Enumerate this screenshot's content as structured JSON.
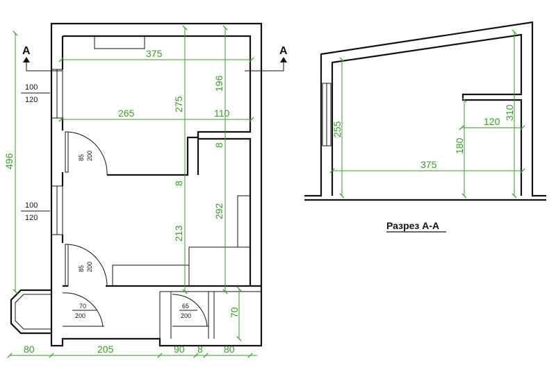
{
  "plan": {
    "section_marker": "A",
    "dimensions": {
      "top_width": "375",
      "room_width": "265",
      "step_width": "110",
      "upper_depth": "196",
      "upper_full": "275",
      "wall_8a": "8",
      "wall_8b": "8",
      "lower_depth": "292",
      "lower_left": "213",
      "total_height": "496",
      "bath_depth": "70",
      "bottom_80_left": "80",
      "bottom_205": "205",
      "bottom_90": "90",
      "bottom_8": "8",
      "bottom_80_right": "80"
    },
    "windows": [
      {
        "top": "100",
        "bottom": "120"
      },
      {
        "top": "100",
        "bottom": "120"
      }
    ],
    "doors": [
      {
        "a": "85",
        "b": "200"
      },
      {
        "a": "85",
        "b": "200"
      },
      {
        "a": "70",
        "b": "200"
      },
      {
        "a": "65",
        "b": "200"
      }
    ]
  },
  "section": {
    "caption": "Разрез А-А",
    "dimensions": {
      "height": "255",
      "total": "310",
      "step_height": "180",
      "step_width": "120",
      "width": "375"
    }
  }
}
